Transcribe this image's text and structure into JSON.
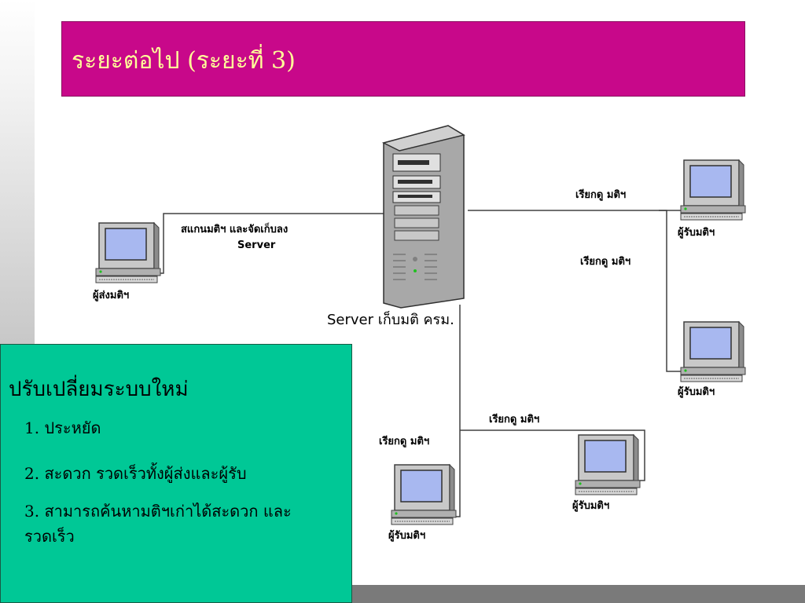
{
  "slide": {
    "title": "ระยะต่อไป (ระยะที่ 3)"
  },
  "diagram": {
    "server_label": "Server เก็บมติ ครม.",
    "sender_label": "ผู้ส่งมติฯ",
    "scan_label_line1": "สแกนมติฯ และจัดเก็บลง",
    "scan_label_line2": "Server",
    "receiver_label": "ผู้รับมติฯ",
    "request_label": "เรียกดู มติฯ"
  },
  "benefits": {
    "heading": "ปรับเปลี่ยมระบบใหม่",
    "items": [
      "1. ประหยัด",
      "2. สะดวก รวดเร็วทั้งผู้ส่งและผู้รับ",
      "3. สามารถค้นหามติฯเก่าได้สะดวก และรวดเร็ว"
    ]
  },
  "colors": {
    "title_bg": "#c8088a",
    "title_text": "#ffff99",
    "benefits_bg": "#00c896"
  }
}
